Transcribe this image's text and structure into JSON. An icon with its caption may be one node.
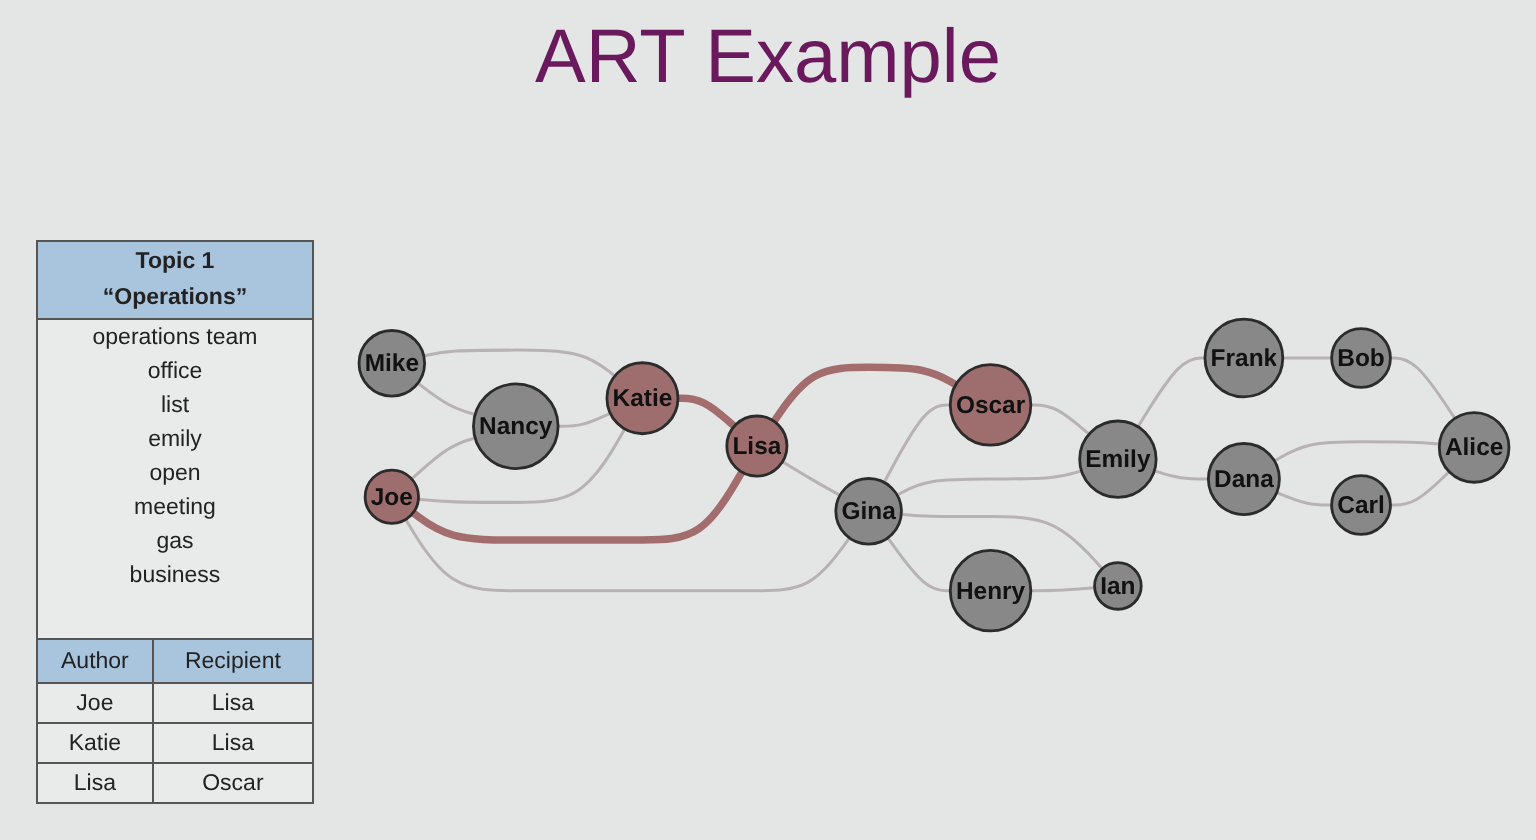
{
  "diagram": {
    "title": "ART Example",
    "nodes": [
      {
        "text": [
          "Mike"
        ]
      },
      {
        "text": [
          "Nancy"
        ]
      },
      {
        "text": [
          "Katie"
        ]
      },
      {
        "text": [
          "Lisa"
        ]
      },
      {
        "text": [
          "Joe"
        ]
      },
      {
        "text": [
          "Oscar"
        ]
      },
      {
        "text": [
          "Gina"
        ]
      },
      {
        "text": [
          "Emily"
        ]
      },
      {
        "text": [
          "Frank"
        ]
      },
      {
        "text": [
          "Bob"
        ]
      },
      {
        "text": [
          "Henry"
        ]
      },
      {
        "text": [
          "Ian"
        ]
      },
      {
        "text": [
          "Dana"
        ]
      },
      {
        "text": [
          "Alice"
        ]
      },
      {
        "text": [
          "Carl"
        ]
      }
    ],
    "edges": [
      {
        "from": 0,
        "to": 1,
        "arrow": "none"
      },
      {
        "from": 0,
        "to": 2,
        "arrow": "none"
      },
      {
        "from": 1,
        "to": 2,
        "arrow": "none"
      },
      {
        "from": 4,
        "to": 1,
        "arrow": "none"
      },
      {
        "from": 2,
        "to": 3,
        "arrow": "none",
        "style": "thick",
        "color": "#a36d6d"
      },
      {
        "from": 4,
        "to": 2,
        "arrow": "none"
      },
      {
        "from": 4,
        "to": 3,
        "arrow": "none",
        "style": "thick",
        "color": "#a36d6d"
      },
      {
        "from": 3,
        "to": 5,
        "arrow": "none",
        "style": "thick",
        "color": "#a36d6d"
      },
      {
        "from": 3,
        "to": 6,
        "arrow": "none"
      },
      {
        "from": 4,
        "to": 6,
        "arrow": "none"
      },
      {
        "from": 6,
        "to": 5,
        "arrow": "none"
      },
      {
        "from": 5,
        "to": 7,
        "arrow": "none"
      },
      {
        "from": 6,
        "to": 7,
        "arrow": "none"
      },
      {
        "from": 6,
        "to": 10,
        "arrow": "none"
      },
      {
        "from": 6,
        "to": 11,
        "arrow": "none"
      },
      {
        "from": 10,
        "to": 11,
        "arrow": "none"
      },
      {
        "from": 7,
        "to": 8,
        "arrow": "none"
      },
      {
        "from": 8,
        "to": 9,
        "arrow": "none"
      },
      {
        "from": 9,
        "to": 13,
        "arrow": "none"
      },
      {
        "from": 7,
        "to": 12,
        "arrow": "none"
      },
      {
        "from": 12,
        "to": 13,
        "arrow": "none"
      },
      {
        "from": 12,
        "to": 14,
        "arrow": "none"
      },
      {
        "from": 14,
        "to": 13,
        "arrow": "none"
      }
    ],
    "labels": [
      "Topic 1",
      "“Operations”",
      "operations team",
      "office",
      "list",
      "emily",
      "open",
      "meeting",
      "gas",
      "business",
      "Author",
      "Recipient",
      "Joe",
      "Lisa",
      "Katie",
      "Lisa",
      "Lisa",
      "Oscar"
    ]
  }
}
